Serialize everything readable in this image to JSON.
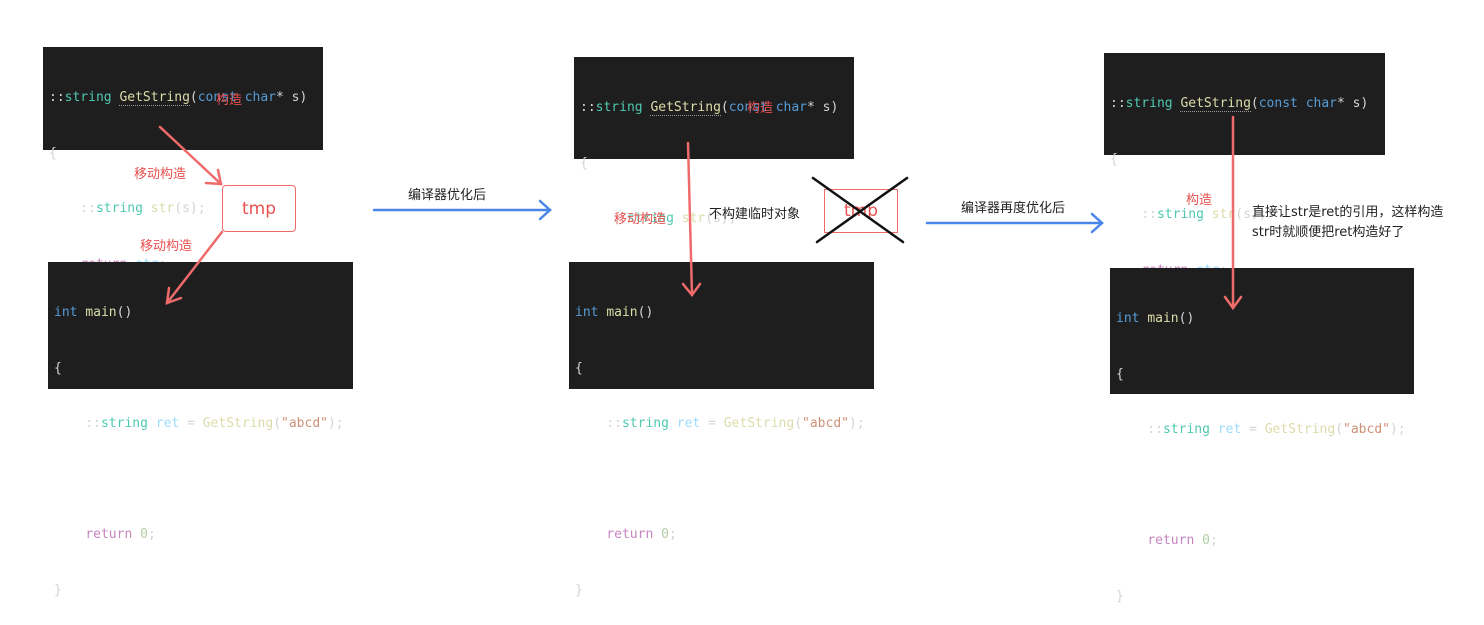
{
  "code": {
    "ns": "::",
    "string_type": "string",
    "func_name": "GetString",
    "paren_open": "(",
    "const_kw": "const",
    "char_kw": "char",
    "ptr_param": "* s)",
    "brace_open": "{",
    "brace_close": "}",
    "var_str": "str",
    "ctor_arg": "(s);",
    "return_kw": "return",
    "return_tail": ";",
    "int_kw": "int",
    "main_name": "main",
    "main_parens": "()",
    "var_ret": "ret",
    "assign": " = ",
    "call_open": "(",
    "string_literal": "\"abcd\"",
    "call_close": ");",
    "zero": "0",
    "semicolon": ";"
  },
  "labels": {
    "construct": "构造",
    "move_construct": "移动构造",
    "tmp": "tmp",
    "compiler_optimized": "编译器优化后",
    "no_temp_object": "不构建临时对象",
    "compiler_optimized_again": "编译器再度优化后",
    "explain_line1": "直接让str是ret的引用，这样构造",
    "explain_line2": "str时就顺便把ret构造好了"
  },
  "colors": {
    "code_bg": "#1e1e1e",
    "annotation_red": "#e8514f",
    "arrow_blue": "#4a86e8"
  }
}
